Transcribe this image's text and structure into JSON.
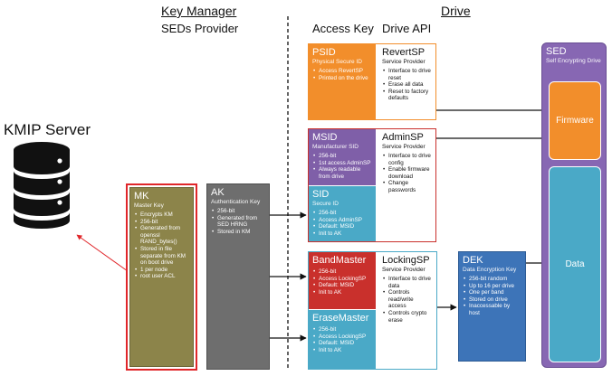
{
  "headers": {
    "key_manager": "Key Manager",
    "seds_provider": "SEDs Provider",
    "drive": "Drive",
    "access_key": "Access Key",
    "drive_api": "Drive API"
  },
  "kmip": {
    "title": "KMIP Server"
  },
  "mk": {
    "title": "MK",
    "subtitle": "Master Key",
    "items": [
      "Encrypts KM",
      "256-bit",
      "Generated from openssl RAND_bytes()",
      "Stored in file separate from KM on boot drive",
      "1 per node",
      "root user ACL"
    ]
  },
  "ak": {
    "title": "AK",
    "subtitle": "Authentication Key",
    "items": [
      "256-bit",
      "Generated from SED HRNG",
      "Stored in KM"
    ]
  },
  "psid": {
    "title": "PSID",
    "subtitle": "Physical Secure ID",
    "items": [
      "Access RevertSP",
      "Printed on the drive"
    ]
  },
  "revertsp": {
    "title": "RevertSP",
    "subtitle": "Service Provider",
    "items": [
      "Interface to drive reset",
      "Erase all data",
      "Reset to factory defaults"
    ]
  },
  "msid": {
    "title": "MSID",
    "subtitle": "Manufacturer SID",
    "items": [
      "256-bit",
      "1st access AdminSP",
      "Always readable from drive"
    ]
  },
  "adminsp": {
    "title": "AdminSP",
    "subtitle": "Service Provider",
    "items": [
      "Interface to drive config",
      "Enable firmware download",
      "Change passwords"
    ]
  },
  "sid": {
    "title": "SID",
    "subtitle": "Secure ID",
    "items": [
      "256-bit",
      "Access AdminSP",
      "Default: MSID",
      "Init to AK"
    ]
  },
  "bandmaster": {
    "title": "BandMaster",
    "items": [
      "256-bit",
      "Access LockingSP",
      "Default: MSID",
      "Init to AK"
    ]
  },
  "lockingsp": {
    "title": "LockingSP",
    "subtitle": "Service Provider",
    "items": [
      "Interface to drive data",
      "Controls read/write access",
      "Controls crypto erase"
    ]
  },
  "erasemaster": {
    "title": "EraseMaster",
    "items": [
      "256-bit",
      "Access LockingSP",
      "Default: MSID",
      "Init to AK"
    ]
  },
  "dek": {
    "title": "DEK",
    "subtitle": "Data Encryption Key",
    "items": [
      "256-bit random",
      "Up to 16 per drive",
      "One per band",
      "Stored on drive",
      "Inaccessable by host"
    ]
  },
  "sed": {
    "title": "SED",
    "subtitle": "Self Encrypting Drive",
    "firmware": "Firmware",
    "data": "Data"
  },
  "colors": {
    "orange": "#f28e2b",
    "purple": "#7f5fa8",
    "teal": "#4aa9c7",
    "red": "#c9302c",
    "olive": "#8c844a",
    "gray": "#6e6e6e",
    "blue": "#3d74b8",
    "sed_purple": "#8767b3"
  }
}
